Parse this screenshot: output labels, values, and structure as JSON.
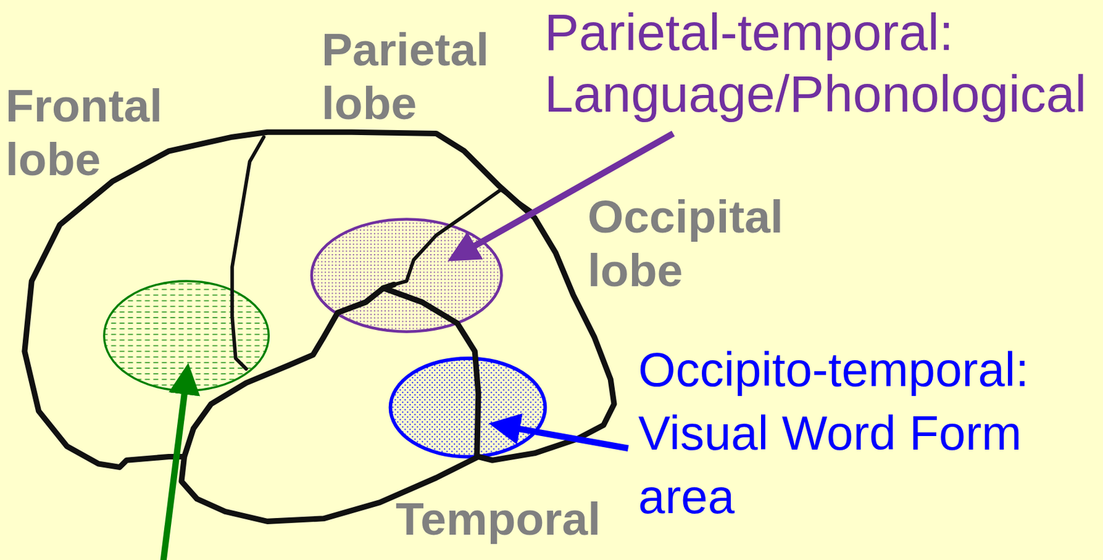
{
  "diagram": {
    "labels": [
      "Frontal lobe",
      "Parietal lobe",
      "Occipital lobe",
      "Temporal",
      "Parietal-temporal: Language/Phonological",
      "Occipito-temporal: Visual Word Form area"
    ]
  }
}
